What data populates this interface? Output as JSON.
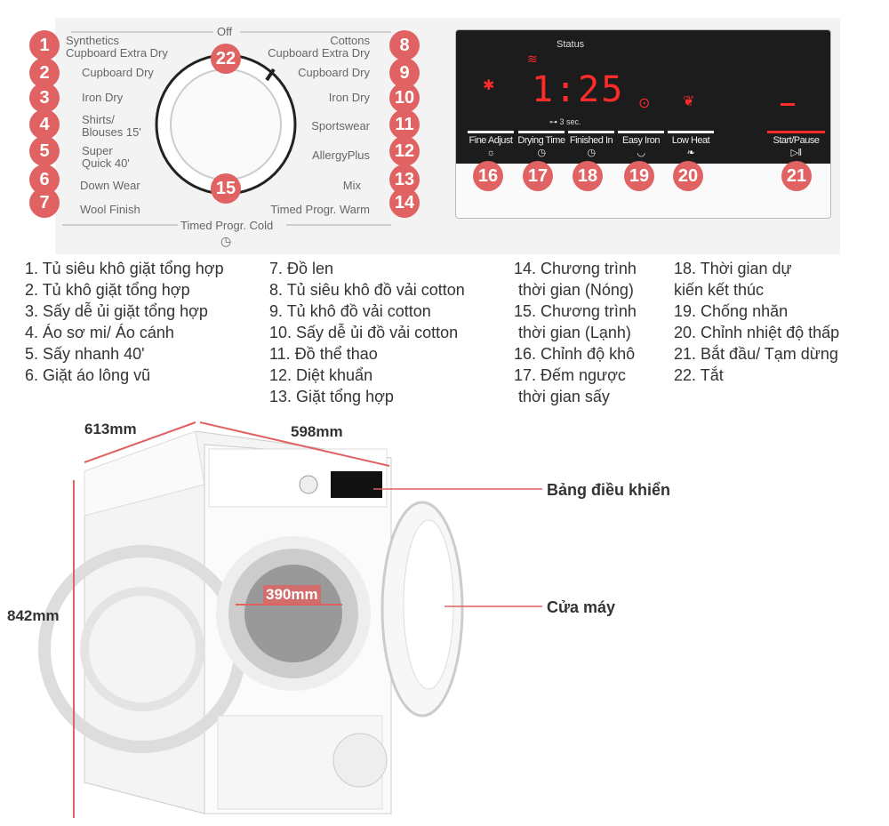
{
  "dial": {
    "off": "Off",
    "timed_cold": "Timed Progr. Cold",
    "left": [
      {
        "num": "1",
        "label": "Synthetics\nCupboard Extra Dry"
      },
      {
        "num": "2",
        "label": "Cupboard Dry"
      },
      {
        "num": "3",
        "label": "Iron Dry"
      },
      {
        "num": "4",
        "label": "Shirts/\nBlouses 15'"
      },
      {
        "num": "5",
        "label": "Super\nQuick 40'"
      },
      {
        "num": "6",
        "label": "Down Wear"
      },
      {
        "num": "7",
        "label": "Wool Finish"
      }
    ],
    "right": [
      {
        "num": "8",
        "label": "Cottons\nCupboard Extra Dry"
      },
      {
        "num": "9",
        "label": "Cupboard Dry"
      },
      {
        "num": "10",
        "label": "Iron Dry"
      },
      {
        "num": "11",
        "label": "Sportswear"
      },
      {
        "num": "12",
        "label": "AllergyPlus"
      },
      {
        "num": "13",
        "label": "Mix"
      },
      {
        "num": "14",
        "label": "Timed Progr. Warm"
      }
    ],
    "top_badge": "22",
    "bottom_badge": "15"
  },
  "display": {
    "status": "Status",
    "time": "1:25",
    "lock_hint": "3 sec.",
    "buttons": [
      {
        "num": "16",
        "label": "Fine Adjust",
        "icon": "sun-icon"
      },
      {
        "num": "17",
        "label": "Drying Time",
        "icon": "clock-icon"
      },
      {
        "num": "18",
        "label": "Finished In",
        "icon": "clock-icon"
      },
      {
        "num": "19",
        "label": "Easy Iron",
        "icon": "iron-icon"
      },
      {
        "num": "20",
        "label": "Low Heat",
        "icon": "leaf-icon"
      },
      {
        "num": "21",
        "label": "Start/Pause",
        "icon": "play-pause-icon"
      }
    ]
  },
  "legend": [
    [
      "1. Tủ siêu khô giặt tổng hợp",
      "2. Tủ khô giặt tổng hợp",
      "3. Sấy dễ ủi giặt tổng hợp",
      "4. Áo sơ mi/ Áo cánh",
      "5. Sấy nhanh 40'",
      "6. Giặt áo lông vũ"
    ],
    [
      "7. Đồ len",
      "8. Tủ siêu khô đồ vải cotton",
      "9. Tủ khô đồ vải cotton",
      "10. Sấy dễ ủi đồ vải cotton",
      "11. Đồ thể thao",
      "12. Diệt khuẩn",
      "13. Giặt tổng hợp"
    ],
    [
      "14. Chương trình",
      " thời gian (Nóng)",
      "15. Chương trình",
      " thời gian (Lạnh)",
      "16. Chỉnh độ khô",
      "17. Đếm ngược",
      " thời gian sấy"
    ],
    [
      "18. Thời gian dự",
      "kiến kết thúc",
      "19. Chống nhăn",
      "20. Chỉnh nhiệt độ thấp",
      "21. Bắt đầu/ Tạm dừng",
      "22. Tắt"
    ]
  ],
  "dimensions": {
    "depth": "613mm",
    "width": "598mm",
    "height": "842mm",
    "door": "390mm"
  },
  "callouts": {
    "panel": "Bảng điều khiển",
    "door": "Cửa máy"
  },
  "colors": {
    "badge": "#e06262",
    "display_red": "#ff2a2a",
    "dimension_red": "#e06262"
  }
}
